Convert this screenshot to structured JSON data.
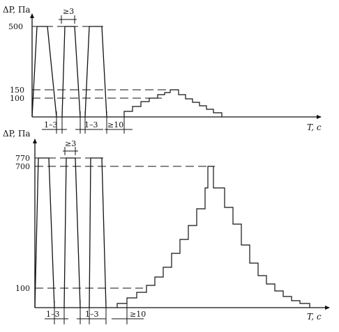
{
  "top_diagram": {
    "y_axis_label": "ΔP, Па",
    "x_axis_label": "T, c",
    "y_ticks": [
      "500",
      "150",
      "100"
    ],
    "gap_annotations": [
      "≥3",
      "1–3",
      "1–3",
      "≥10"
    ]
  },
  "bottom_diagram": {
    "y_axis_label": "ΔP, Па",
    "x_axis_label": "T, c",
    "y_ticks": [
      "770",
      "700",
      "100"
    ],
    "gap_annotations": [
      "≥3",
      "1–3",
      "1–3",
      "≥10"
    ]
  }
}
